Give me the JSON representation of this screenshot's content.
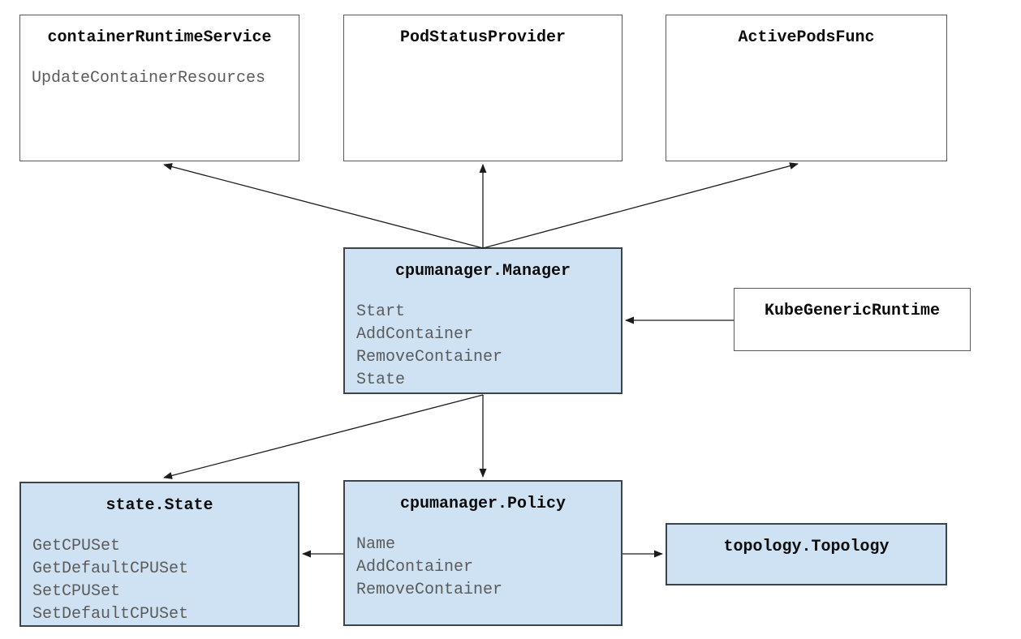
{
  "diagram": {
    "boxes": {
      "container_runtime_service": {
        "title": "containerRuntimeService",
        "methods": [
          "UpdateContainerResources"
        ]
      },
      "pod_status_provider": {
        "title": "PodStatusProvider"
      },
      "active_pods_func": {
        "title": "ActivePodsFunc"
      },
      "cpumanager_manager": {
        "title": "cpumanager.Manager",
        "methods": [
          "Start",
          "AddContainer",
          "RemoveContainer",
          "State"
        ]
      },
      "kube_generic_runtime": {
        "title": "KubeGenericRuntime"
      },
      "state_state": {
        "title": "state.State",
        "methods": [
          "GetCPUSet",
          "GetDefaultCPUSet",
          "SetCPUSet",
          "SetDefaultCPUSet"
        ]
      },
      "cpumanager_policy": {
        "title": "cpumanager.Policy",
        "methods": [
          "Name",
          "AddContainer",
          "RemoveContainer"
        ]
      },
      "topology_topology": {
        "title": "topology.Topology"
      }
    },
    "edges": [
      {
        "from": "cpumanager.Manager",
        "to": "containerRuntimeService"
      },
      {
        "from": "cpumanager.Manager",
        "to": "PodStatusProvider"
      },
      {
        "from": "cpumanager.Manager",
        "to": "ActivePodsFunc"
      },
      {
        "from": "KubeGenericRuntime",
        "to": "cpumanager.Manager"
      },
      {
        "from": "cpumanager.Manager",
        "to": "state.State"
      },
      {
        "from": "cpumanager.Manager",
        "to": "cpumanager.Policy"
      },
      {
        "from": "cpumanager.Policy",
        "to": "state.State"
      },
      {
        "from": "cpumanager.Policy",
        "to": "topology.Topology"
      }
    ],
    "colors": {
      "highlight_fill": "#cfe2f3",
      "blue_box_border": "#3d434b",
      "white_box_border": "#595959",
      "method_text": "#5b5b5b",
      "title_text": "#0d0d0d",
      "arrow": "#1c1c1c"
    }
  }
}
